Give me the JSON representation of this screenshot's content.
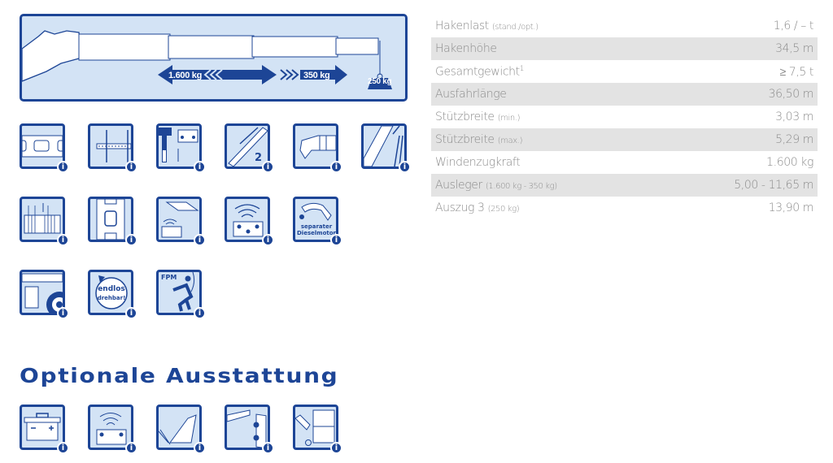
{
  "banner": {
    "left_load": "1.600 kg",
    "right_load": "350 kg",
    "hook_load": "250 kg"
  },
  "specs": [
    {
      "label": "Hakenlast",
      "note": "(stand./opt.)",
      "value": "1,6 / – t"
    },
    {
      "label": "Hakenhöhe",
      "note": "",
      "value": "34,5 m"
    },
    {
      "label": "Gesamtgewicht",
      "sup": "1",
      "note": "",
      "value": "≥ 7,5 t"
    },
    {
      "label": "Ausfahrlänge",
      "note": "",
      "value": "36,50 m"
    },
    {
      "label": "Stützbreite",
      "note": "(min.)",
      "value": "3,03 m"
    },
    {
      "label": "Stützbreite",
      "note": "(max.)",
      "value": "5,29 m"
    },
    {
      "label": "Windenzugkraft",
      "note": "",
      "value": "1.600 kg"
    },
    {
      "label": "Ausleger",
      "note": "(1.600 kg - 350 kg)",
      "value": "5,00 - 11,65 m"
    },
    {
      "label": "Auszug 3",
      "note": "(250 kg)",
      "value": "13,90 m"
    }
  ],
  "features": {
    "info_glyph": "i",
    "boom_sections": "2",
    "diesel_line1": "separater",
    "diesel_line2": "Dieselmotor",
    "endless_line1": "endlos",
    "endless_line2": "drehbar!",
    "fpm": "FPM"
  },
  "optional": {
    "heading": "Optionale Ausstattung"
  },
  "colors": {
    "brand": "#1d4596",
    "tile_fill": "#d3e3f5",
    "text_gray": "#8c8c8c",
    "row_alt": "#e3e3e3"
  }
}
